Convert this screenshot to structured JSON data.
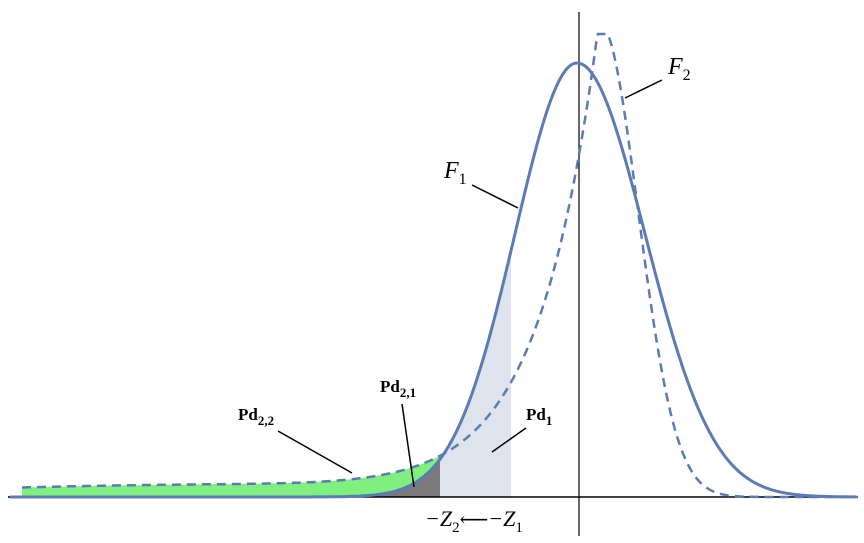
{
  "diagram": {
    "curves": {
      "f1": {
        "label_main": "F",
        "label_sub": "1",
        "style": "solid"
      },
      "f2": {
        "label_main": "F",
        "label_sub": "2",
        "style": "dashed"
      }
    },
    "regions": {
      "pd1": {
        "label_main": "Pd",
        "label_sub": "1",
        "fill": "#dfe3ee"
      },
      "pd21": {
        "label_main": "Pd",
        "label_sub": "2,1",
        "fill": "#7a7a7a"
      },
      "pd22": {
        "label_main": "Pd",
        "label_sub": "2,2",
        "fill": "#7ff07f"
      }
    },
    "axis_labels": {
      "z2_prefix": "−Z",
      "z2_sub": "2",
      "arrow": "⟵",
      "z1_prefix": "−Z",
      "z1_sub": "1"
    },
    "colors": {
      "curve": "#5b7bb5",
      "axis": "#000000"
    }
  }
}
